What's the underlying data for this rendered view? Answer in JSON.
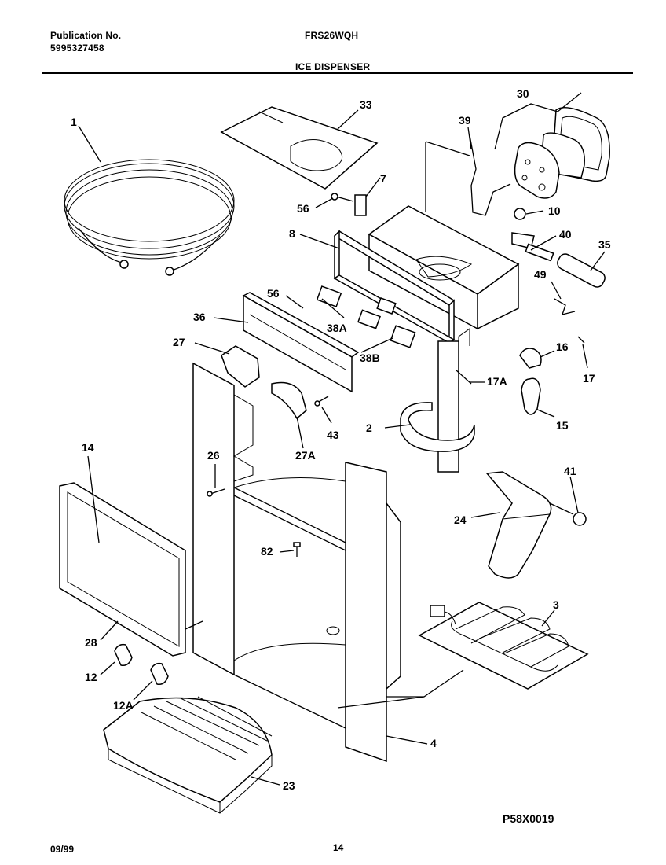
{
  "header": {
    "publication_label": "Publication No.",
    "publication_number": "5995327458",
    "model": "FRS26WQH",
    "section_title": "ICE DISPENSER"
  },
  "diagram": {
    "part_callouts": [
      "1",
      "33",
      "30",
      "39",
      "7",
      "56",
      "10",
      "8",
      "40",
      "35",
      "49",
      "56",
      "36",
      "38A",
      "27",
      "38B",
      "16",
      "17",
      "17A",
      "43",
      "2",
      "15",
      "27A",
      "14",
      "26",
      "41",
      "24",
      "82",
      "3",
      "28",
      "12",
      "12A",
      "4",
      "23"
    ]
  },
  "footer": {
    "date": "09/99",
    "page_number": "14",
    "figure_code": "P58X0019"
  }
}
